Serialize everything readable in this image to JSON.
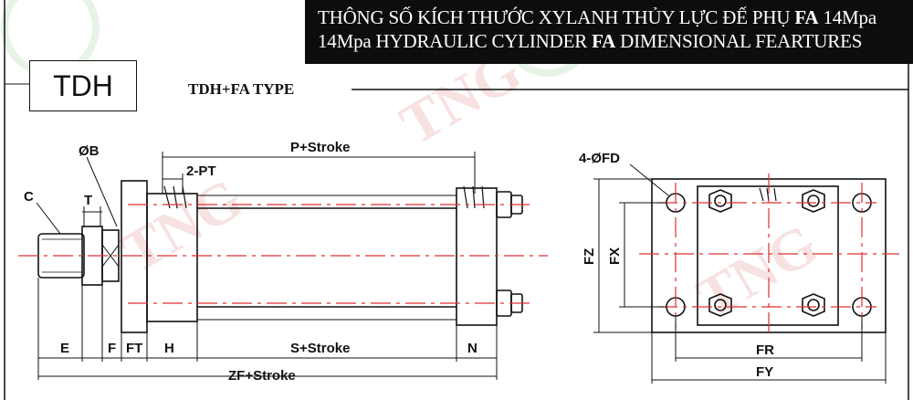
{
  "header": {
    "line1_a": "THÔNG SỐ KÍCH THƯỚC XYLANH THỦY LỰC ĐẾ PHỤ ",
    "line1_b": "FA",
    "line1_c": " 14Mpa",
    "line2_a": "14Mpa HYDRAULIC CYLINDER ",
    "line2_b": "FA",
    "line2_c": " DIMENSIONAL FEARTURES"
  },
  "model": "TDH",
  "type_label": "TDH+FA TYPE",
  "watermark": "TNG",
  "dimensions": {
    "ob": "ØB",
    "c": "C",
    "t": "T",
    "two_pt": "2-PT",
    "p_stroke": "P+Stroke",
    "e": "E",
    "f": "F",
    "ft": "FT",
    "h": "H",
    "s_stroke": "S+Stroke",
    "n": "N",
    "zf_stroke": "ZF+Stroke",
    "four_fd": "4-ØFD",
    "fz": "FZ",
    "fx": "FX",
    "fr": "FR",
    "fy": "FY"
  },
  "colors": {
    "line": "#111111",
    "center": "#e03030",
    "watermark": "#f2c9c9",
    "header_bg": "#0d0d0d"
  }
}
